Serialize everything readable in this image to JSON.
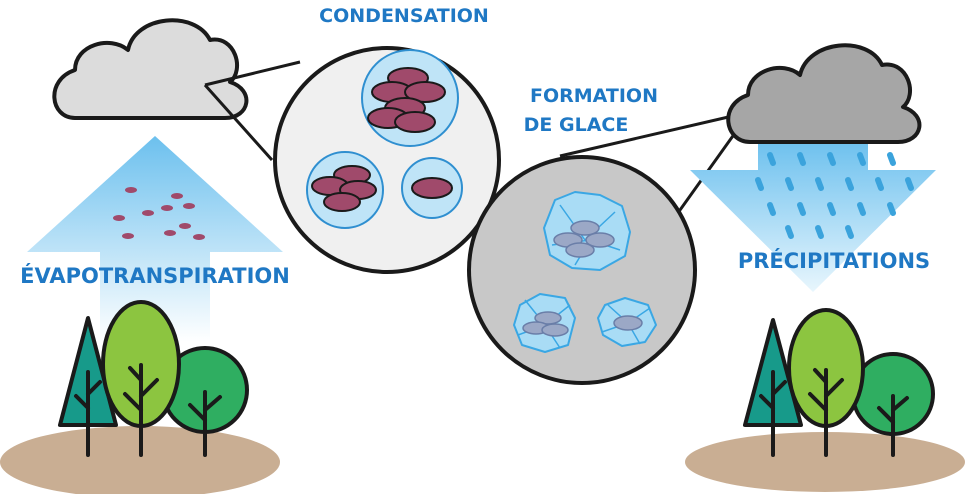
{
  "labels": {
    "condensation": "CONDENSATION",
    "formation_line1": "FORMATION",
    "formation_line2": "DE GLACE",
    "evapotranspiration": "ÉVAPOTRANSPIRATION",
    "precipitations": "PRÉCIPITATIONS"
  },
  "colors": {
    "arrow_blue": "#8fd0f2",
    "text_blue": "#1f78c4",
    "particle": "#a04a6b",
    "droplet_blue": "#bfe4f7",
    "ice_blue": "#9cd6f3",
    "cloud_light": "#dcdcdc",
    "cloud_dark": "#a6a6a6",
    "ground": "#c9ae93",
    "tree_teal": "#179a8a",
    "tree_lime": "#8cc540",
    "tree_green": "#2fae61",
    "rain": "#3ba3dc"
  }
}
